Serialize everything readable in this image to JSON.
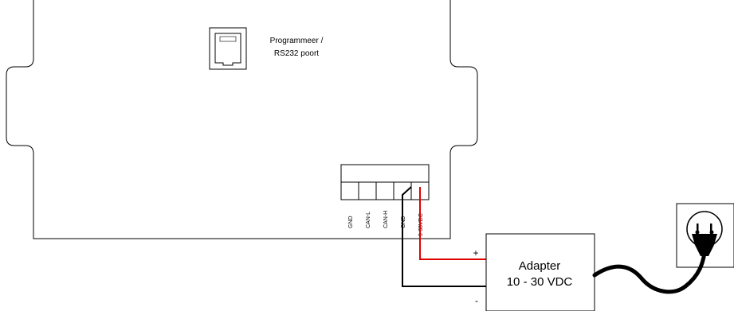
{
  "port": {
    "label_line1": "Programmeer /",
    "label_line2": "RS232 poort"
  },
  "terminals": [
    {
      "label": "GND"
    },
    {
      "label": "CAN-L"
    },
    {
      "label": "CAN-H"
    },
    {
      "label": "GND"
    },
    {
      "label": "9-30VDC"
    }
  ],
  "adapter": {
    "line1": "Adapter",
    "line2": "10 - 30 VDC",
    "plus": "+",
    "minus": "-"
  },
  "colors": {
    "positive_wire": "#e00000",
    "ground_wire": "#000000",
    "outline": "#000000"
  }
}
